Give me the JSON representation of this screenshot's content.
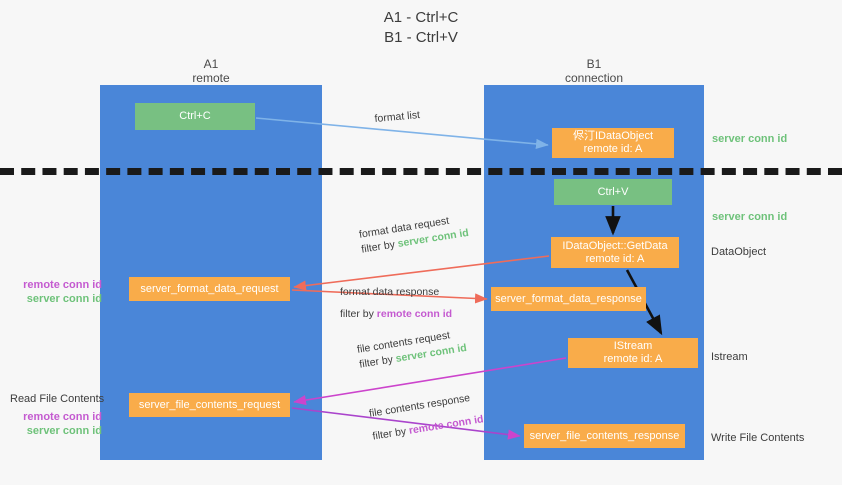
{
  "title": {
    "line1": "A1 - Ctrl+C",
    "line2": "B1 - Ctrl+V"
  },
  "lanes": [
    {
      "id": "a1",
      "name": "A1",
      "subtitle": "remote"
    },
    {
      "id": "b1",
      "name": "B1",
      "subtitle": "connection"
    }
  ],
  "boxes": {
    "ctrl_c": {
      "line1": "Ctrl+C",
      "color": "#78c082"
    },
    "ctrl_v": {
      "line1": "Ctrl+V",
      "color": "#78c082"
    },
    "idataobject_format_list": {
      "line1": "侭汀IDataObject",
      "line2": "remote id: A",
      "color": "#f9ac4a"
    },
    "getdata": {
      "line1": "IDataObject::GetData",
      "line2": "remote id: A",
      "color": "#f9ac4a"
    },
    "istream": {
      "line1": "IStream",
      "line2": "remote id: A",
      "color": "#f9ac4a"
    },
    "server_format_data_request": {
      "line1": "server_format_data_request",
      "color": "#f9ac4a"
    },
    "server_format_data_response": {
      "line1": "server_format_data_response",
      "color": "#f9ac4a"
    },
    "server_file_contents_request": {
      "line1": "server_file_contents_request",
      "color": "#f9ac4a"
    },
    "server_file_contents_response": {
      "line1": "server_file_contents_response",
      "color": "#f9ac4a"
    }
  },
  "annotations": {
    "format_list": "format list",
    "format_data_request": "format data request",
    "format_data_response": "format data response",
    "file_contents_request": "file contents request",
    "file_contents_response": "file contents response",
    "filter_by": "filter by",
    "server_conn_id": "server conn id",
    "remote_conn_id": "remote conn id"
  },
  "side_labels": {
    "right": {
      "server_conn_id_top": "server conn id",
      "server_conn_id_mid": "server conn id",
      "dataobject": "DataObject",
      "istream": "Istream",
      "write_file_contents": "Write File Contents"
    },
    "left": {
      "remote_conn_id_1": "remote conn id",
      "server_conn_id_1": "server conn id",
      "read_file_contents": "Read File Contents",
      "remote_conn_id_2": "remote conn id",
      "server_conn_id_2": "server conn id"
    }
  },
  "colors": {
    "lane": "#4a86d8",
    "green": "#78c082",
    "orange": "#f9ac4a",
    "green_text": "#6ec27a",
    "magenta_text": "#c45ad0",
    "arrow_blue": "#7fb3e8",
    "arrow_red": "#ef6c5a",
    "arrow_magenta": "#cc44cc",
    "arrow_black": "#111111",
    "divider": "#1a1a1a",
    "background": "#f7f7f7"
  }
}
